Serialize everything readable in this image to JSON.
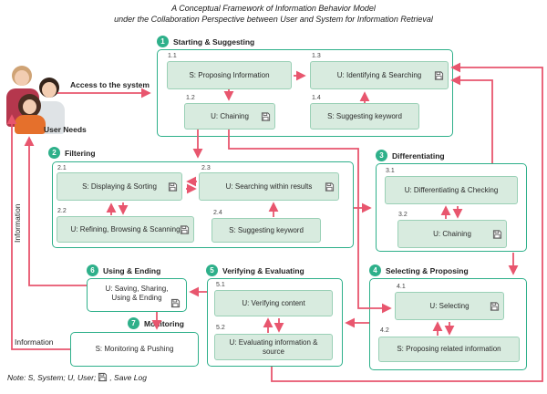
{
  "title": {
    "line1": "A Conceptual Framework of Information Behavior Model",
    "line2": "under the Collaboration Perspective between User and System for Information Retrieval"
  },
  "left_panel": {
    "user_needs_label": "User Needs",
    "access_label": "Access to the system",
    "information_vertical": "Information",
    "information_horizontal": "Information"
  },
  "sections": {
    "s1": {
      "num": "1",
      "title": "Starting & Suggesting",
      "boxes": {
        "b11": {
          "id": "1.1",
          "label": "S: Proposing Information"
        },
        "b12": {
          "id": "1.2",
          "label": "U: Chaining"
        },
        "b13": {
          "id": "1.3",
          "label": "U: Identifying & Searching"
        },
        "b14": {
          "id": "1.4",
          "label": "S: Suggesting keyword"
        }
      }
    },
    "s2": {
      "num": "2",
      "title": "Filtering",
      "boxes": {
        "b21": {
          "id": "2.1",
          "label": "S: Displaying & Sorting"
        },
        "b22": {
          "id": "2.2",
          "label": "U: Refining, Browsing & Scanning"
        },
        "b23": {
          "id": "2.3",
          "label": "U: Searching within results"
        },
        "b24": {
          "id": "2.4",
          "label": "S: Suggesting keyword"
        }
      }
    },
    "s3": {
      "num": "3",
      "title": "Differentiating",
      "boxes": {
        "b31": {
          "id": "3.1",
          "label": "U: Differentiating & Checking"
        },
        "b32": {
          "id": "3.2",
          "label": "U: Chaining"
        }
      }
    },
    "s4": {
      "num": "4",
      "title": "Selecting & Proposing",
      "boxes": {
        "b41": {
          "id": "4.1",
          "label": "U: Selecting"
        },
        "b42": {
          "id": "4.2",
          "label": "S: Proposing related information"
        }
      }
    },
    "s5": {
      "num": "5",
      "title": "Verifying & Evaluating",
      "boxes": {
        "b51": {
          "id": "5.1",
          "label": "U: Verifying content"
        },
        "b52": {
          "id": "5.2",
          "label": "U: Evaluating information & source"
        }
      }
    },
    "s6": {
      "num": "6",
      "title": "Using & Ending",
      "box": {
        "line1": "U: Saving, Sharing,",
        "line2": "Using & Ending"
      }
    },
    "s7": {
      "num": "7",
      "title": "Monitoring",
      "box": {
        "label": "S: Monitoring & Pushing"
      }
    }
  },
  "note": {
    "prefix": "Note: S, System; U, User; ",
    "suffix": ", Save Log"
  },
  "colors": {
    "accent_green": "#2eb08a",
    "box_fill": "#d8ebdf",
    "arrow_pink": "#e8566e"
  }
}
